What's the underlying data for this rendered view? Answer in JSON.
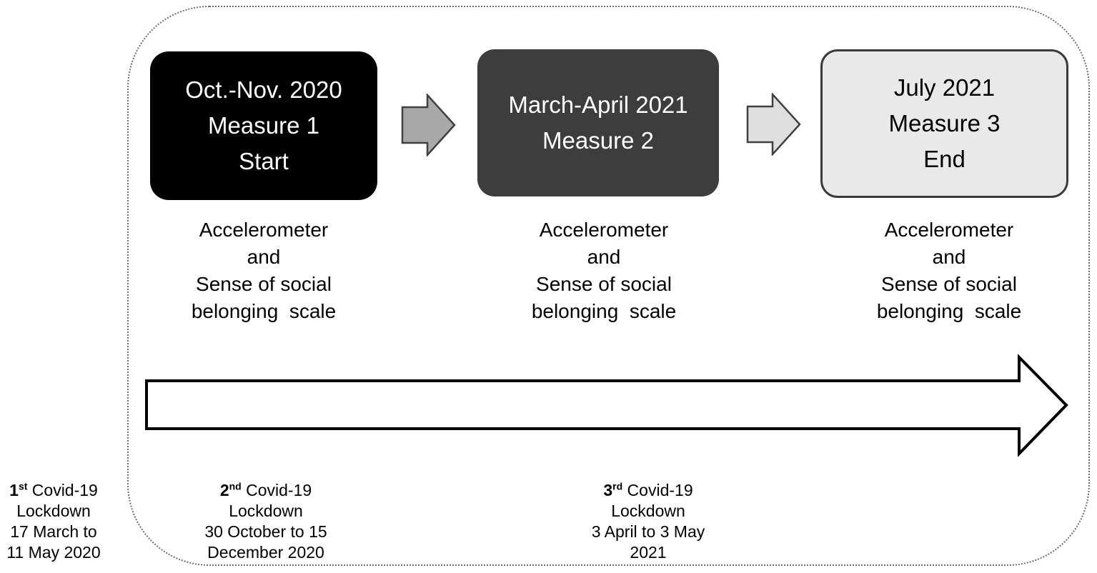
{
  "figure": {
    "title_semantic": "study-measurement-timeline",
    "colors": {
      "background": "#ffffff",
      "outer_border": "#6e6e6e",
      "measure1_box_bg": "#000000",
      "measure1_box_text": "#ffffff",
      "measure2_box_bg": "#3d3d3d",
      "measure2_box_text": "#ffffff",
      "measure3_box_bg": "#e9e9e9",
      "measure3_box_border": "#3a3a3a",
      "measure3_box_text": "#000000",
      "connector1_fill": "#a8a8a8",
      "connector2_fill": "#dedede",
      "connector_stroke": "#404040",
      "timeline_arrow_fill": "#ffffff",
      "timeline_arrow_stroke": "#000000",
      "text": "#000000"
    },
    "measures": [
      {
        "box_lines": [
          "Oct.-Nov. 2020",
          "Measure 1",
          "Start"
        ],
        "note_lines": [
          "Accelerometer",
          "and",
          "Sense of social",
          "belonging  scale"
        ]
      },
      {
        "box_lines": [
          "March-April 2021",
          "Measure 2"
        ],
        "note_lines": [
          "Accelerometer",
          "and",
          "Sense of social",
          "belonging  scale"
        ]
      },
      {
        "box_lines": [
          "July 2021",
          "Measure 3",
          "End"
        ],
        "note_lines": [
          "Accelerometer",
          "and",
          "Sense of social",
          "belonging  scale"
        ]
      }
    ],
    "lockdowns": [
      {
        "ordinal": "1",
        "suffix": "st",
        "after": " Covid-19",
        "lines": [
          "Lockdown",
          "17 March to",
          "11 May 2020"
        ]
      },
      {
        "ordinal": "2",
        "suffix": "nd",
        "after": " Covid-19",
        "lines": [
          "Lockdown",
          "30 October to 15",
          "December 2020"
        ]
      },
      {
        "ordinal": "3",
        "suffix": "rd",
        "after": " Covid-19",
        "lines": [
          "Lockdown",
          "3 April to 3 May",
          "2021"
        ]
      }
    ]
  }
}
